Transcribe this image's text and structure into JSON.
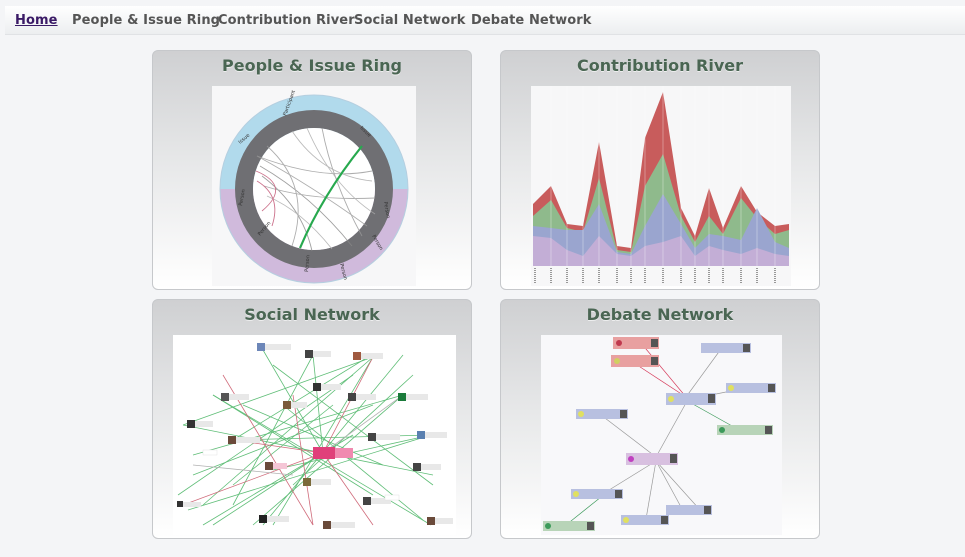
{
  "nav": {
    "items": [
      {
        "label": "Home",
        "active": true
      },
      {
        "label": "People & Issue Ring",
        "active": false
      },
      {
        "label": "Contribution River",
        "active": false
      },
      {
        "label": "Social Network",
        "active": false
      },
      {
        "label": "Debate Network",
        "active": false
      }
    ]
  },
  "cards": [
    {
      "title": "People & Issue Ring"
    },
    {
      "title": "Contribution River"
    },
    {
      "title": "Social Network"
    },
    {
      "title": "Debate Network"
    }
  ],
  "colors": {
    "title": "#4a6653",
    "nav_active": "#3a1a66",
    "ring_blue": "#a9d6ea",
    "ring_purple": "#cbb3d8",
    "river_red": "#c85c5c",
    "river_green": "#8fba8c",
    "river_blue": "#9aa5cf",
    "river_purple": "#c3aed6",
    "edge_green": "#2aa84a",
    "edge_red": "#c0394e",
    "node_hub": "#e0407a"
  }
}
